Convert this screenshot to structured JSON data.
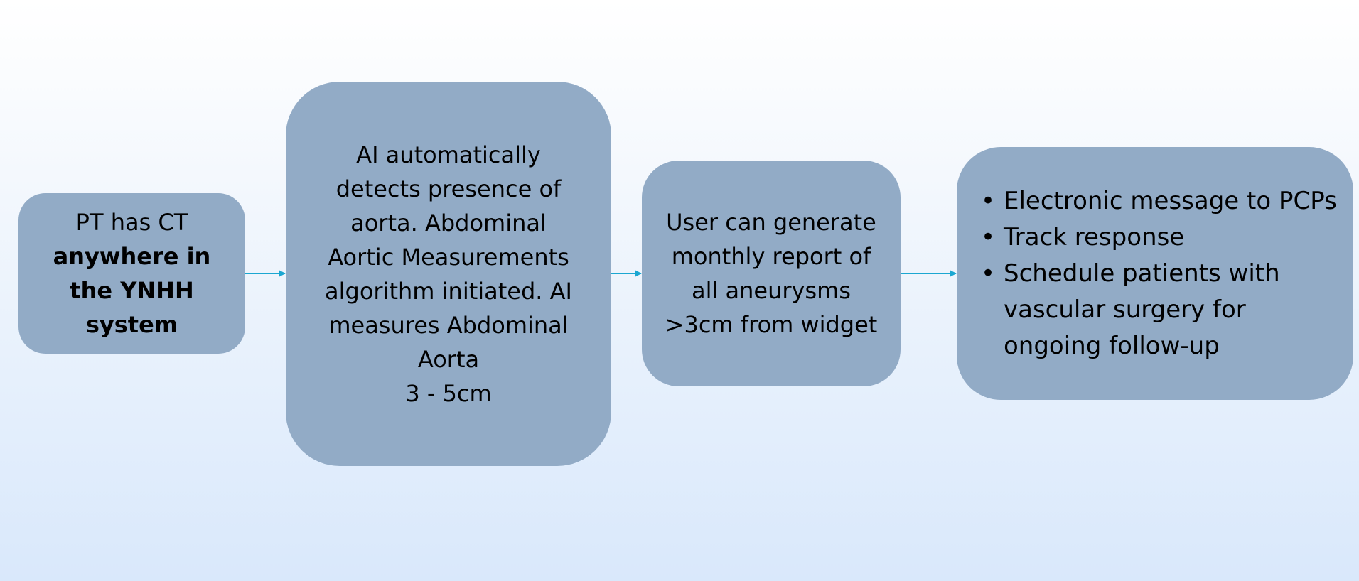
{
  "colors": {
    "box_fill": "#92abc6",
    "arrow": "#1ba7d1",
    "text": "#000000"
  },
  "steps": [
    {
      "lines": [
        "PT has CT"
      ],
      "bold_lines": [
        "anywhere in",
        "the YNHH",
        "system"
      ]
    },
    {
      "lines": [
        "AI automatically",
        "detects presence of",
        "aorta. Abdominal",
        "Aortic Measurements",
        "algorithm initiated. AI",
        "measures Abdominal",
        "Aorta",
        "3 - 5cm"
      ]
    },
    {
      "lines": [
        "User can generate",
        "monthly report of",
        "all aneurysms",
        ">3cm from widget"
      ]
    },
    {
      "bullet_symbol": "•",
      "bullets": [
        {
          "lines": [
            "Electronic message to PCPs"
          ]
        },
        {
          "lines": [
            "Track response"
          ]
        },
        {
          "lines": [
            "Schedule patients with",
            "vascular surgery for",
            "ongoing follow-up"
          ]
        }
      ]
    }
  ]
}
